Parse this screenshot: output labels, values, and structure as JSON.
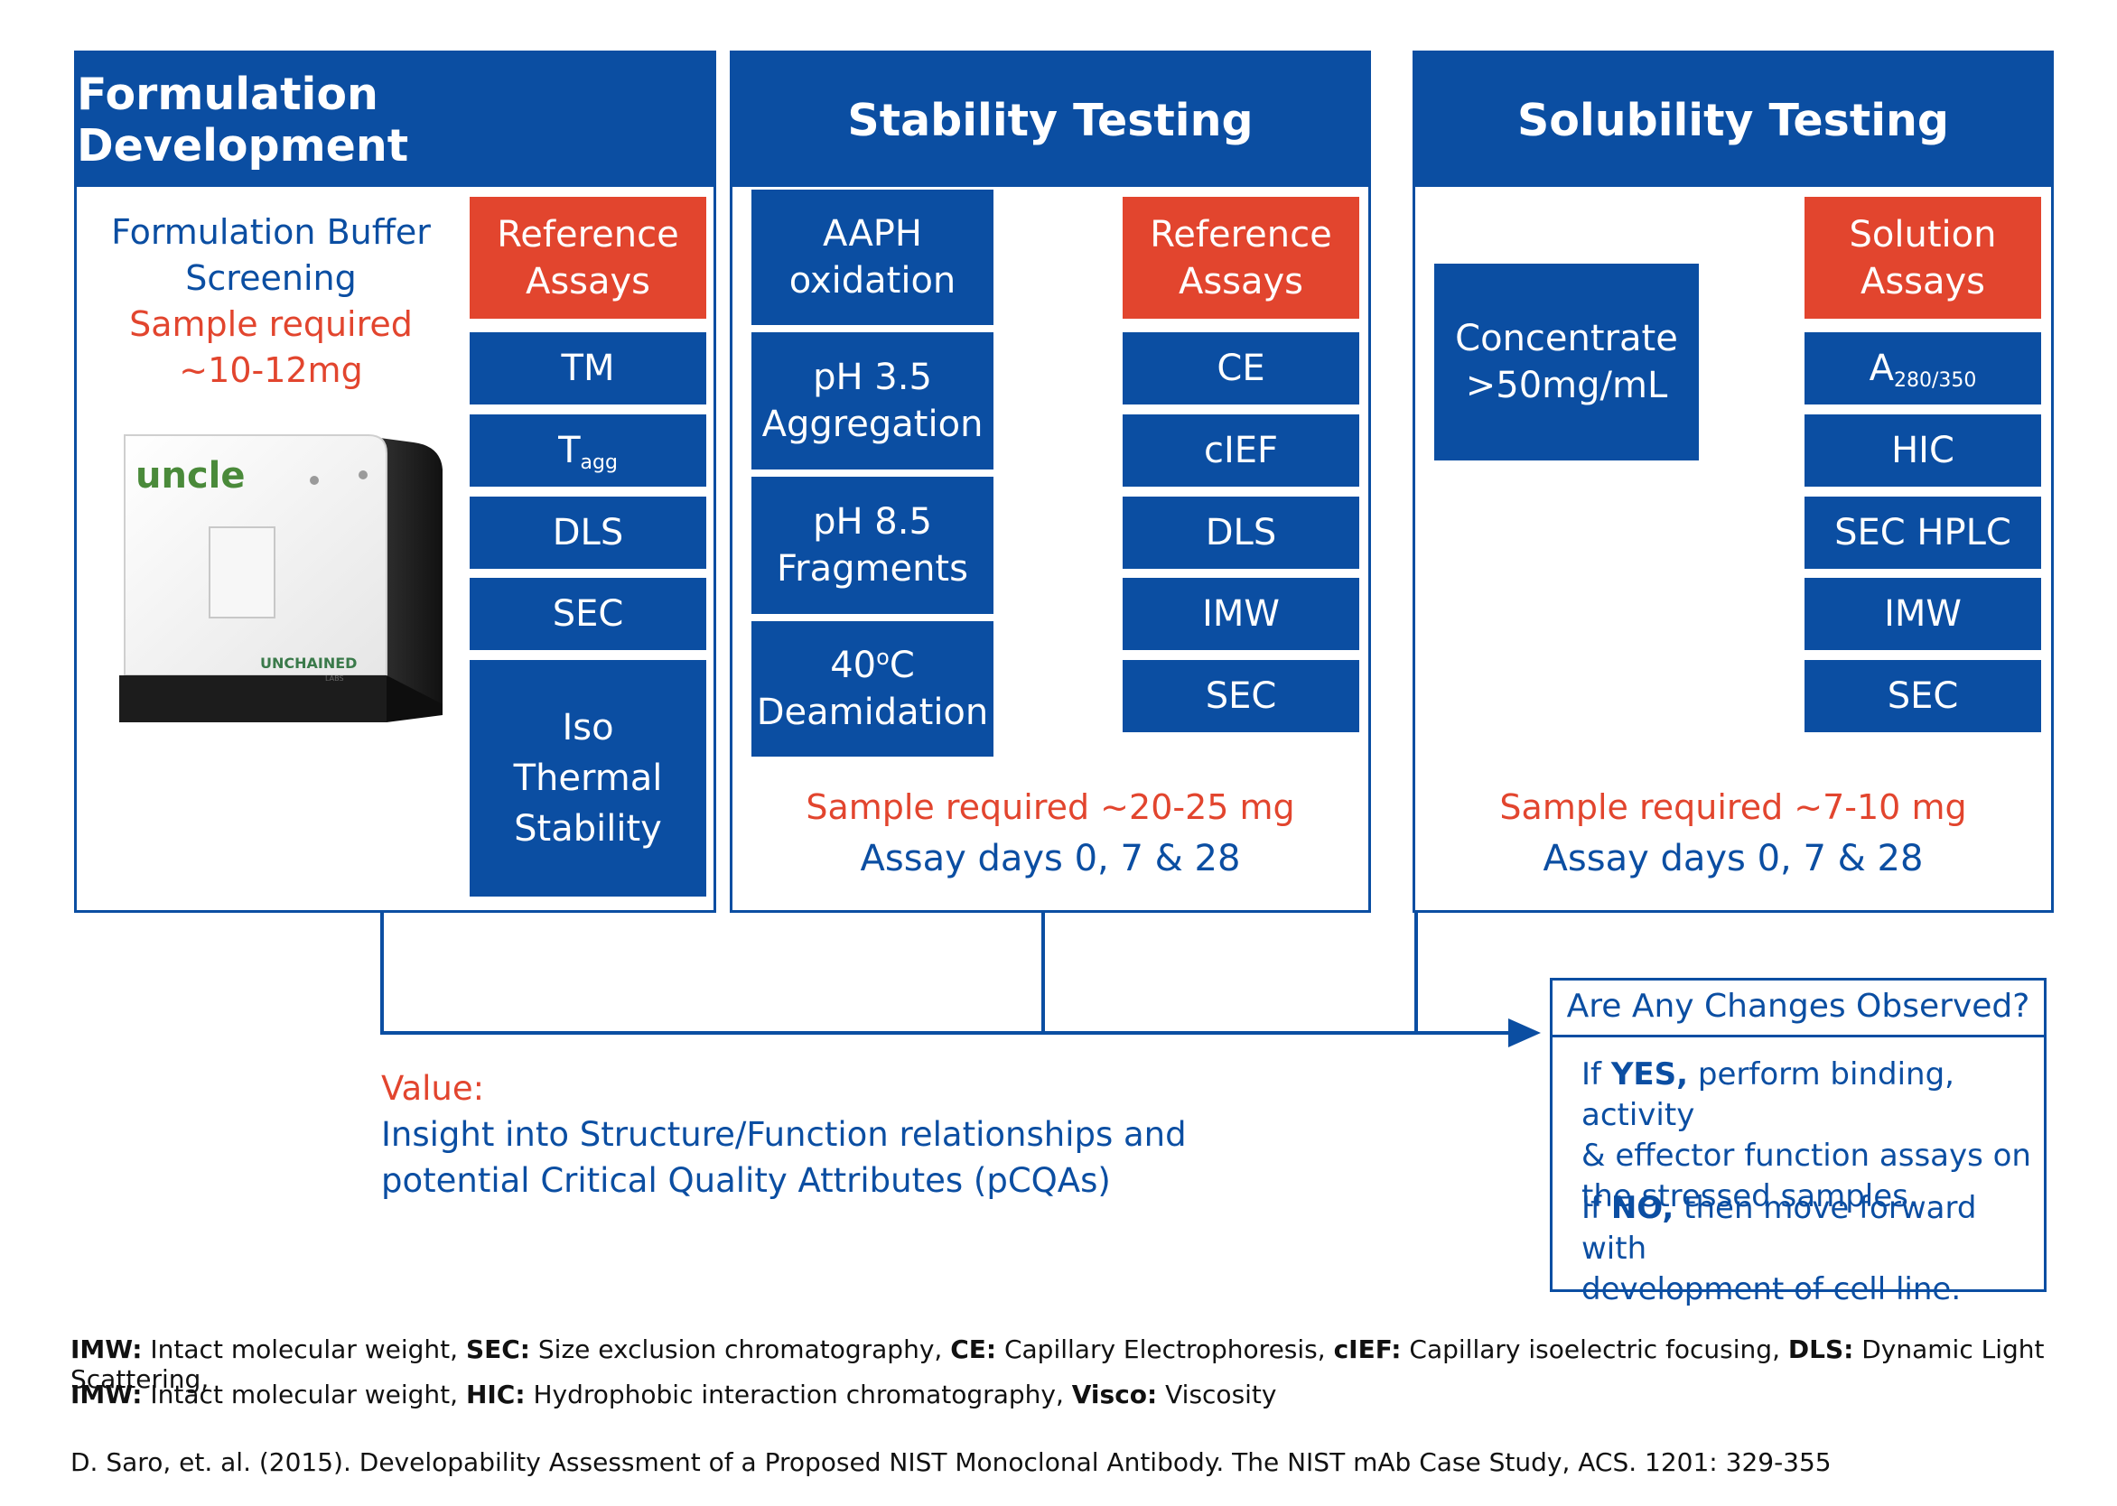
{
  "panels": {
    "formulation": {
      "title": "Formulation Development",
      "intro_line1": "Formulation Buffer",
      "intro_line2": "Screening",
      "sample_line1": "Sample required",
      "sample_line2": "~10-12mg",
      "instrument": {
        "brand": "uncle",
        "maker": "UNCHAINED",
        "maker_sub": "LABS"
      },
      "assays_header": [
        "Reference",
        "Assays"
      ],
      "assays": {
        "tm": "TM",
        "tagg_main": "T",
        "tagg_sub": "agg",
        "dls": "DLS",
        "sec": "SEC",
        "iso": [
          "Iso",
          "Thermal",
          "Stability"
        ]
      }
    },
    "stability": {
      "title": "Stability Testing",
      "stresses": [
        [
          "AAPH",
          "oxidation"
        ],
        [
          "pH 3.5",
          "Aggregation"
        ],
        [
          "pH 8.5",
          "Fragments"
        ],
        [
          "40",
          "C",
          "Deamidation"
        ]
      ],
      "assays_header": [
        "Reference",
        "Assays"
      ],
      "assays": [
        "CE",
        "cIEF",
        "DLS",
        "IMW",
        "SEC"
      ],
      "sample_required": "Sample required ~20-25 mg",
      "assay_days": "Assay days 0, 7 & 28"
    },
    "solubility": {
      "title": "Solubility Testing",
      "concentrate": [
        "Concentrate",
        ">50mg/mL"
      ],
      "assays_header": [
        "Solution",
        "Assays"
      ],
      "assays": {
        "a_main": "A",
        "a_sub": "280/350",
        "hic": "HIC",
        "sec_hplc": "SEC HPLC",
        "imw": "IMW",
        "sec": "SEC"
      },
      "sample_required": "Sample required ~7-10 mg",
      "assay_days": "Assay days 0, 7 & 28"
    }
  },
  "value": {
    "label": "Value:",
    "line1": "Insight into Structure/Function relationships and",
    "line2": "potential Critical Quality Attributes (pCQAs)"
  },
  "changes": {
    "title": "Are Any Changes Observed?",
    "yes_pre": "If ",
    "yes_bold": "YES,",
    "yes_rest_1": " perform binding, activity",
    "yes_line2": "& effector function assays on",
    "yes_line3": "the stressed samples.",
    "no_pre": "If ",
    "no_bold": "NO,",
    "no_rest_1": " then move forward with",
    "no_line2": "development of cell line."
  },
  "footnotes": {
    "line1": [
      {
        "b": "IMW:",
        "t": " Intact molecular weight, "
      },
      {
        "b": "SEC:",
        "t": " Size exclusion chromatography, "
      },
      {
        "b": "CE:",
        "t": " Capillary Electrophoresis, "
      },
      {
        "b": "cIEF:",
        "t": " Capillary isoelectric focusing, "
      },
      {
        "b": "DLS:",
        "t": " Dynamic Light Scattering,"
      }
    ],
    "line2": [
      {
        "b": "IMW:",
        "t": " Intact molecular weight, "
      },
      {
        "b": "HIC:",
        "t": " Hydrophobic interaction chromatography, "
      },
      {
        "b": "Visco:",
        "t": " Viscosity"
      }
    ],
    "citation": "D. Saro, et. al. (2015). Developability Assessment of a Proposed NIST Monoclonal Antibody. The NIST mAb Case Study, ACS. 1201: 329-355"
  },
  "colors": {
    "blue": "#0b4ea2",
    "red": "#e2452e"
  }
}
